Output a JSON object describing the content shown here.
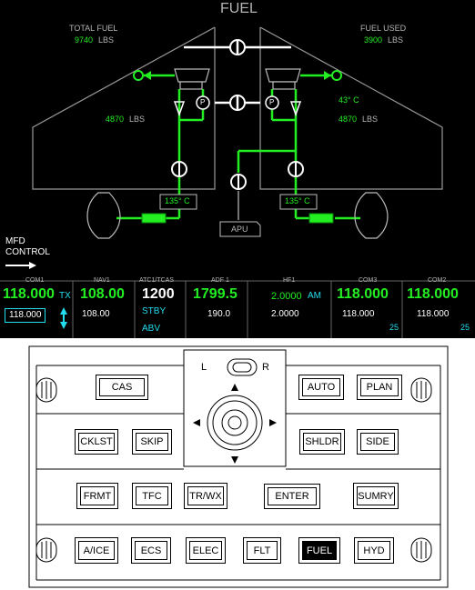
{
  "mfd": {
    "title": "FUEL",
    "total_fuel_label": "TOTAL  FUEL",
    "total_fuel_value": "9740",
    "total_fuel_unit": "LBS",
    "fuel_used_label": "FUEL USED",
    "fuel_used_value": "3900",
    "fuel_used_unit": "LBS",
    "left_tank_value": "4870",
    "left_tank_unit": "LBS",
    "right_tank_value": "4870",
    "right_tank_unit": "LBS",
    "right_tank_temp": "43° C",
    "left_engine_temp": "135° C",
    "right_engine_temp": "135° C",
    "apu_label": "APU",
    "pump_label": "P",
    "mfd_control_line1": "MFD",
    "mfd_control_line2": "CONTROL",
    "radios": {
      "com1_label": "COM1",
      "com1_active": "118.000",
      "com1_tx": "TX",
      "com1_standby": "118.000",
      "nav1_label": "NAV1",
      "nav1_active": "108.00",
      "nav1_standby": "108.00",
      "atc_label": "ATC1/TCAS",
      "atc_code": "1200",
      "atc_mode": "STBY",
      "atc_tcas": "ABV",
      "adf1_label": "ADF 1",
      "adf1_active": "1799.5",
      "adf1_standby": "190.0",
      "hf1_label": "HF1",
      "hf1_active": "2.0000",
      "hf1_mode": "AM",
      "hf1_standby": "2.0000",
      "com3_label": "COM3",
      "com3_active": "118.000",
      "com3_standby": "118.000",
      "com3_spacing": "25",
      "com2_label": "COM2",
      "com2_active": "118.000",
      "com2_standby": "118.000",
      "com2_spacing": "25"
    }
  },
  "panel": {
    "joystick_left": "L",
    "joystick_right": "R",
    "buttons": {
      "cas": "CAS",
      "auto": "AUTO",
      "plan": "PLAN",
      "cklst": "CKLST",
      "skip": "SKIP",
      "shldr": "SHLDR",
      "side": "SIDE",
      "frmt": "FRMT",
      "tfc": "TFC",
      "trwx": "TR/WX",
      "enter": "ENTER",
      "sumry": "SUMRY",
      "aice": "A/ICE",
      "ecs": "ECS",
      "elec": "ELEC",
      "flt": "FLT",
      "fuel": "FUEL",
      "hyd": "HYD"
    }
  },
  "colors": {
    "flow_green": "#22ee22",
    "label_gray": "#b4b4b4",
    "readout_cyan": "#22ddee",
    "background": "#000000"
  }
}
